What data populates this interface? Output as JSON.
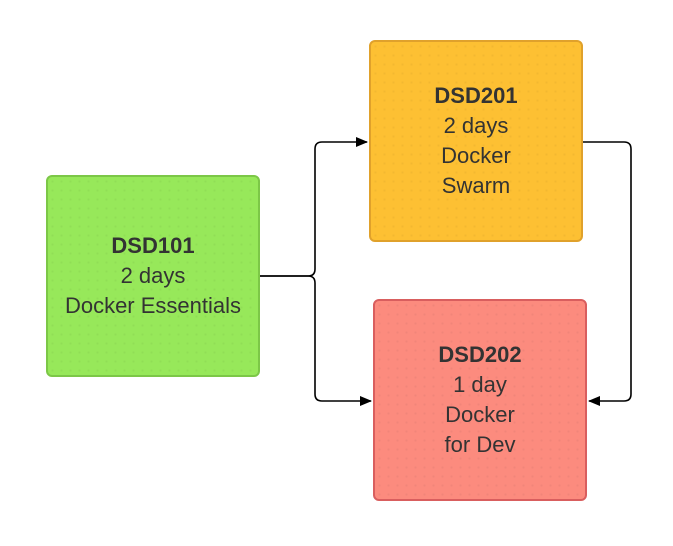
{
  "nodes": {
    "dsd101": {
      "code": "DSD101",
      "duration": "2 days",
      "title_lines": [
        "Docker Essentials"
      ]
    },
    "dsd201": {
      "code": "DSD201",
      "duration": "2 days",
      "title_lines": [
        "Docker",
        "Swarm"
      ]
    },
    "dsd202": {
      "code": "DSD202",
      "duration": "1 day",
      "title_lines": [
        "Docker",
        "for Dev"
      ]
    }
  },
  "edges": [
    {
      "from": "DSD101",
      "to": "DSD201"
    },
    {
      "from": "DSD101",
      "to": "DSD202"
    },
    {
      "from": "DSD201",
      "to": "DSD202"
    }
  ],
  "colors": {
    "dsd101_fill": "#97e85a",
    "dsd201_fill": "#fdc033",
    "dsd202_fill": "#fc8b7e",
    "connector": "#000000"
  }
}
